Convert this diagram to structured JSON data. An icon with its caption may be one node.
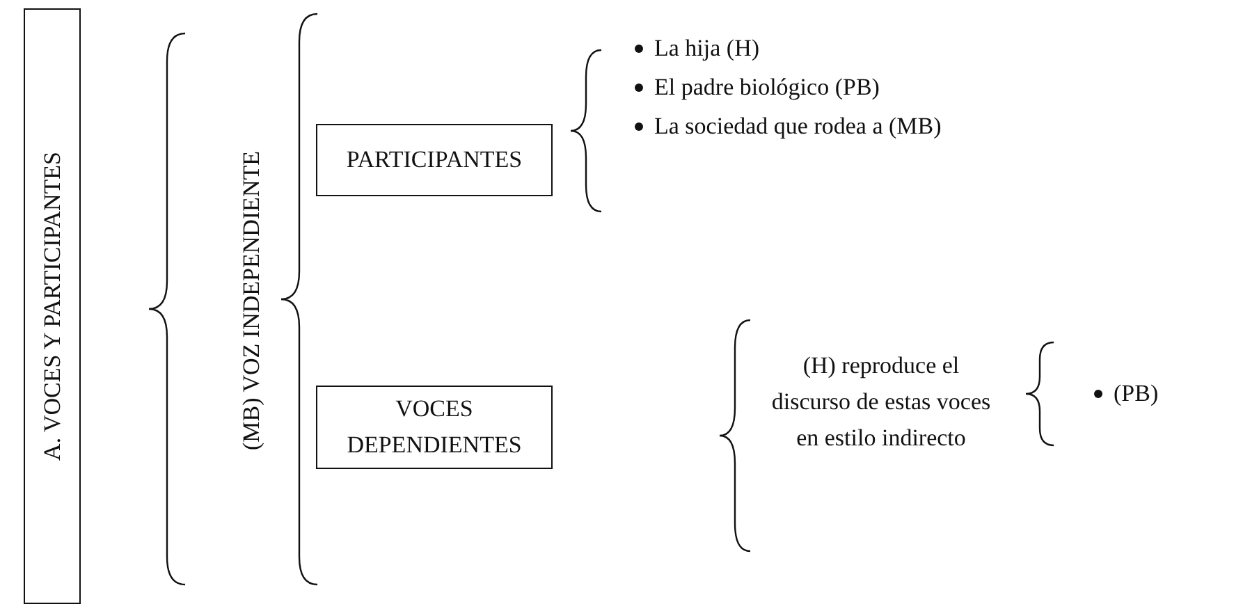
{
  "diagram": {
    "nodes": [
      {
        "text": [
          "A. VOCES Y PARTICIPANTES"
        ]
      },
      {
        "text": [
          "PARTICIPANTES"
        ]
      },
      {
        "text": [
          "VOCES DEPENDIENTES"
        ]
      }
    ],
    "labels": [
      "(MB) VOZ INDEPENDIENTE",
      "La hija (H)",
      "El padre biológico (PB)",
      "La sociedad que rodea a (MB)",
      "(H) reproduce el discurso de estas voces en estilo indirecto",
      "(PB)"
    ]
  }
}
